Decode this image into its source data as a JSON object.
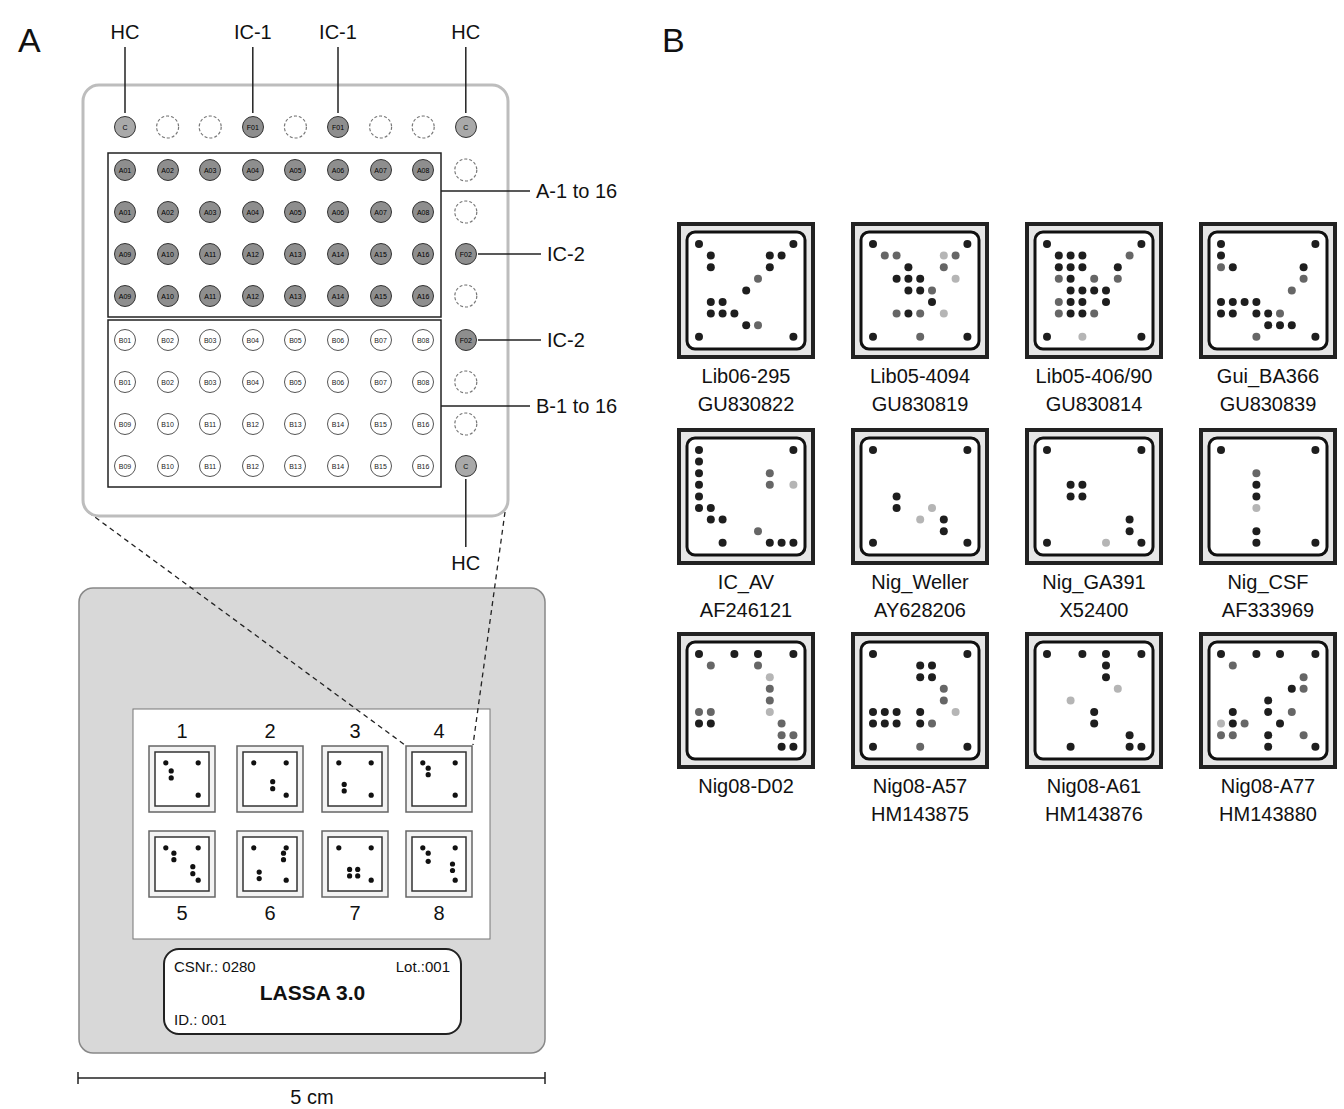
{
  "diagram": {
    "nodes": [
      {
        "text": [
          "C"
        ]
      },
      {
        "text": [
          "F01"
        ]
      },
      {
        "text": [
          "F01"
        ]
      },
      {
        "text": [
          "C"
        ]
      },
      {
        "text": [
          "A01"
        ]
      },
      {
        "text": [
          "A02"
        ]
      },
      {
        "text": [
          "A03"
        ]
      },
      {
        "text": [
          "A04"
        ]
      },
      {
        "text": [
          "A05"
        ]
      },
      {
        "text": [
          "A06"
        ]
      },
      {
        "text": [
          "A07"
        ]
      },
      {
        "text": [
          "A08"
        ]
      },
      {
        "text": [
          "A01"
        ]
      },
      {
        "text": [
          "A02"
        ]
      },
      {
        "text": [
          "A03"
        ]
      },
      {
        "text": [
          "A04"
        ]
      },
      {
        "text": [
          "A05"
        ]
      },
      {
        "text": [
          "A06"
        ]
      },
      {
        "text": [
          "A07"
        ]
      },
      {
        "text": [
          "A08"
        ]
      },
      {
        "text": [
          "A09"
        ]
      },
      {
        "text": [
          "A10"
        ]
      },
      {
        "text": [
          "A11"
        ]
      },
      {
        "text": [
          "A12"
        ]
      },
      {
        "text": [
          "A13"
        ]
      },
      {
        "text": [
          "A14"
        ]
      },
      {
        "text": [
          "A15"
        ]
      },
      {
        "text": [
          "A16"
        ]
      },
      {
        "text": [
          "F02"
        ]
      },
      {
        "text": [
          "A09"
        ]
      },
      {
        "text": [
          "A10"
        ]
      },
      {
        "text": [
          "A11"
        ]
      },
      {
        "text": [
          "A12"
        ]
      },
      {
        "text": [
          "A13"
        ]
      },
      {
        "text": [
          "A14"
        ]
      },
      {
        "text": [
          "A15"
        ]
      },
      {
        "text": [
          "A16"
        ]
      },
      {
        "text": [
          "B01"
        ]
      },
      {
        "text": [
          "B02"
        ]
      },
      {
        "text": [
          "B03"
        ]
      },
      {
        "text": [
          "B04"
        ]
      },
      {
        "text": [
          "B05"
        ]
      },
      {
        "text": [
          "B06"
        ]
      },
      {
        "text": [
          "B07"
        ]
      },
      {
        "text": [
          "B08"
        ]
      },
      {
        "text": [
          "F02"
        ]
      },
      {
        "text": [
          "B01"
        ]
      },
      {
        "text": [
          "B02"
        ]
      },
      {
        "text": [
          "B03"
        ]
      },
      {
        "text": [
          "B04"
        ]
      },
      {
        "text": [
          "B05"
        ]
      },
      {
        "text": [
          "B06"
        ]
      },
      {
        "text": [
          "B07"
        ]
      },
      {
        "text": [
          "B08"
        ]
      },
      {
        "text": [
          "B09"
        ]
      },
      {
        "text": [
          "B10"
        ]
      },
      {
        "text": [
          "B11"
        ]
      },
      {
        "text": [
          "B12"
        ]
      },
      {
        "text": [
          "B13"
        ]
      },
      {
        "text": [
          "B14"
        ]
      },
      {
        "text": [
          "B15"
        ]
      },
      {
        "text": [
          "B16"
        ]
      },
      {
        "text": [
          "B09"
        ]
      },
      {
        "text": [
          "B10"
        ]
      },
      {
        "text": [
          "B11"
        ]
      },
      {
        "text": [
          "B12"
        ]
      },
      {
        "text": [
          "B13"
        ]
      },
      {
        "text": [
          "B14"
        ]
      },
      {
        "text": [
          "B15"
        ]
      },
      {
        "text": [
          "B16"
        ]
      },
      {
        "text": [
          "C"
        ]
      },
      {
        "text": [
          "1"
        ]
      },
      {
        "text": [
          "2"
        ]
      },
      {
        "text": [
          "3"
        ]
      },
      {
        "text": [
          "4"
        ]
      },
      {
        "text": [
          "5"
        ]
      },
      {
        "text": [
          "6"
        ]
      },
      {
        "text": [
          "7"
        ]
      },
      {
        "text": [
          "8"
        ]
      },
      {
        "text": [
          "CSNr.: 0280",
          "Lot.:001",
          "LASSA 3.0",
          "ID.: 001"
        ]
      },
      {
        "text": [
          "Lib06-295",
          "GU830822"
        ]
      },
      {
        "text": [
          "Lib05-4094",
          "GU830819"
        ]
      },
      {
        "text": [
          "Lib05-406/90",
          "GU830814"
        ]
      },
      {
        "text": [
          "Gui_BA366",
          "GU830839"
        ]
      },
      {
        "text": [
          "IC_AV",
          "AF246121"
        ]
      },
      {
        "text": [
          "Nig_Weller",
          "AY628206"
        ]
      },
      {
        "text": [
          "Nig_GA391",
          "X52400"
        ]
      },
      {
        "text": [
          "Nig_CSF",
          "AF333969"
        ]
      },
      {
        "text": [
          "Nig08-D02"
        ]
      },
      {
        "text": [
          "Nig08-A57",
          "HM143875"
        ]
      },
      {
        "text": [
          "Nig08-A61",
          "HM143876"
        ]
      },
      {
        "text": [
          "Nig08-A77",
          "HM143880"
        ]
      }
    ],
    "labels": [
      "A",
      "HC",
      "IC-1",
      "IC-1",
      "HC",
      "A-1 to 16",
      "IC-2",
      "IC-2",
      "B-1 to 16",
      "HC",
      "5 cm",
      "B"
    ]
  }
}
